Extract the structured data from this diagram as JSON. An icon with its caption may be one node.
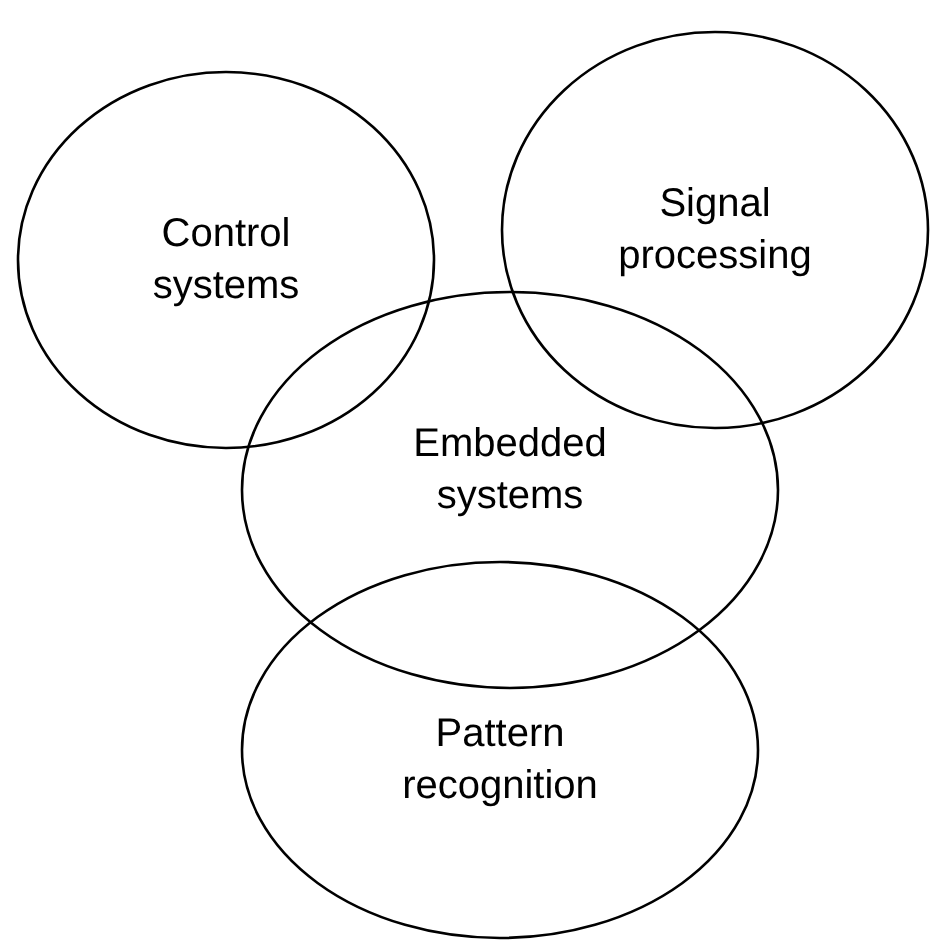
{
  "diagram": {
    "nodes": [
      {
        "text": [
          "Control systems"
        ]
      },
      {
        "text": [
          "Signal processing"
        ]
      },
      {
        "text": [
          "Embedded systems"
        ]
      },
      {
        "text": [
          "Pattern recognition"
        ]
      }
    ]
  }
}
